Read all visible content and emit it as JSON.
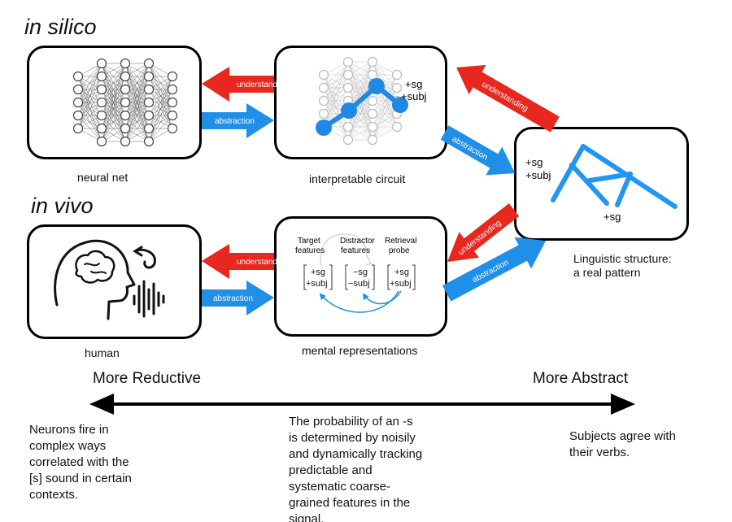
{
  "headings": {
    "in_silico": "in silico",
    "in_vivo": "in vivo"
  },
  "captions": {
    "neural_net": "neural net",
    "interpretable_circuit": "interpretable circuit",
    "linguistic_structure_line1": "Linguistic structure:",
    "linguistic_structure_line2": "a real pattern",
    "human": "human",
    "mental_representations": "mental representations"
  },
  "arrow_labels": {
    "understanding": "understanding",
    "abstraction": "abstraction"
  },
  "feature_labels": {
    "sg": "+sg",
    "subj": "+subj"
  },
  "mental_rep": {
    "target_line1": "Target",
    "target_line2": "features",
    "distractor_line1": "Distractor",
    "distractor_line2": "features",
    "retrieval_line1": "Retrieval",
    "retrieval_line2": "probe",
    "m1_top": "+sg",
    "m1_bot": "+subj",
    "m2_top": "−sg",
    "m2_bot": "−subj",
    "m3_top": "+sg",
    "m3_bot": "+subj"
  },
  "scale": {
    "left": "More Reductive",
    "right": "More Abstract"
  },
  "descriptions": {
    "left": [
      "Neurons fire in",
      "complex ways",
      "correlated with the",
      "[s] sound in certain",
      "contexts."
    ],
    "middle": [
      "The probability of an -s",
      "is determined by noisily",
      "and dynamically tracking",
      "predictable and",
      "systematic coarse-",
      "grained features in the",
      "signal."
    ],
    "right": [
      "Subjects agree with",
      "their verbs."
    ]
  },
  "colors": {
    "understanding": "#e8271e",
    "abstraction": "#1f8fe8",
    "circuit": "#1e88e5",
    "tree": "#2196f3"
  }
}
